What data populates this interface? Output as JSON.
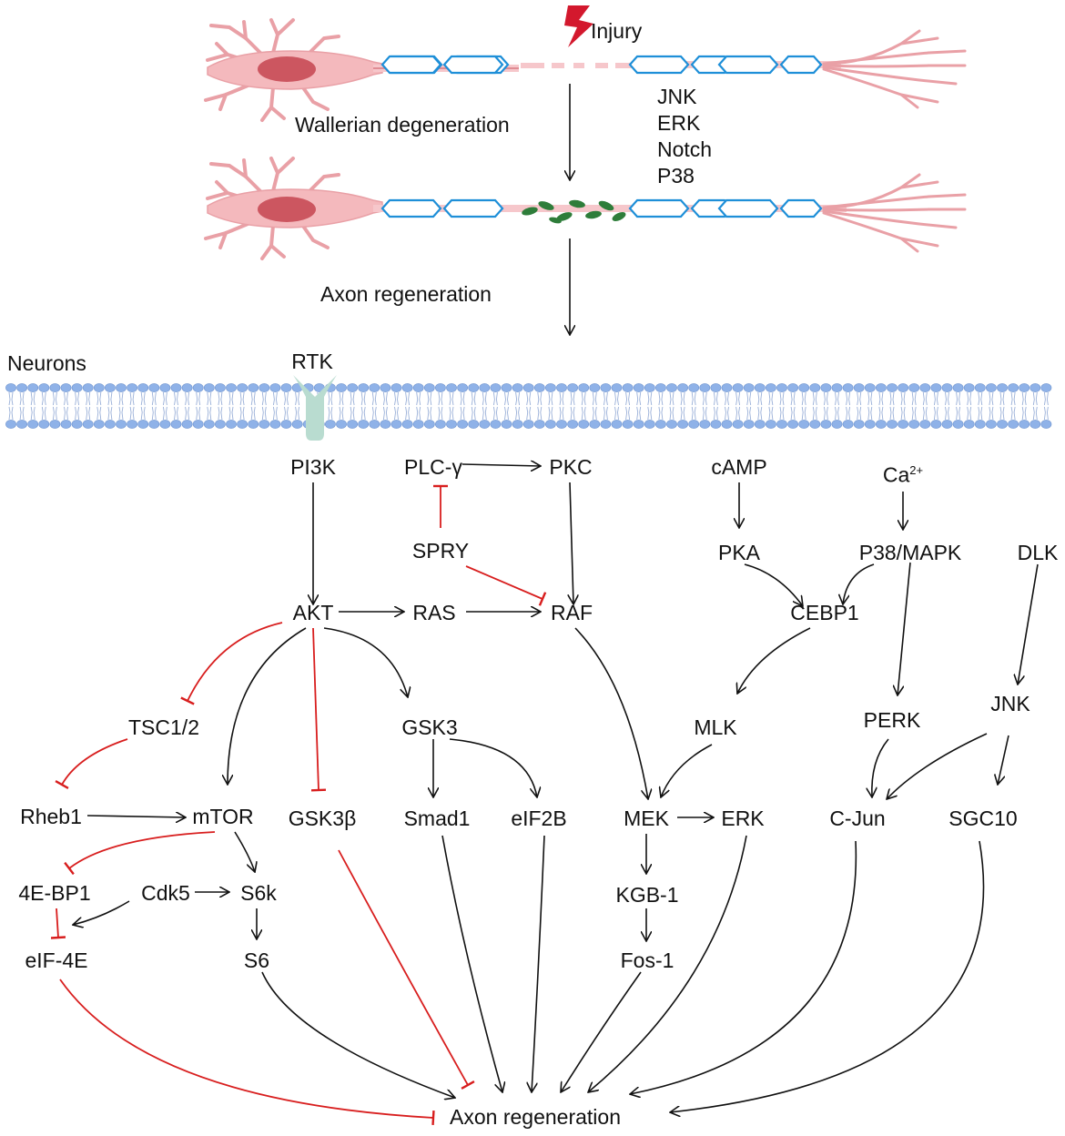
{
  "header": {
    "injury_label": "Injury",
    "wallerian_label": "Wallerian degeneration",
    "signals": [
      "JNK",
      "ERK",
      "Notch",
      "P38"
    ],
    "axon_regeneration_top": "Axon regeneration"
  },
  "membrane": {
    "neurons_label": "Neurons",
    "rtk_label": "RTK"
  },
  "nodes": {
    "pi3k": "PI3K",
    "plc": "PLC-γ",
    "pkc": "PKC",
    "spry": "SPRY",
    "camp": "cAMP",
    "ca_base": "Ca",
    "ca_sup": "2+",
    "pka": "PKA",
    "p38mapk": "P38/MAPK",
    "dlk": "DLK",
    "akt": "AKT",
    "ras": "RAS",
    "raf": "RAF",
    "cebp1": "CEBP1",
    "tsc": "TSC1/2",
    "gsk3": "GSK3",
    "mlk": "MLK",
    "perk": "PERK",
    "jnk": "JNK",
    "rheb1": "Rheb1",
    "mtor": "mTOR",
    "gsk3b": "GSK3β",
    "smad1": "Smad1",
    "eif2b": "eIF2B",
    "mek": "MEK",
    "erk": "ERK",
    "cjun": "C-Jun",
    "sgc10": "SGC10",
    "ebp1": "4E-BP1",
    "cdk5": "Cdk5",
    "s6k": "S6k",
    "kgb1": "KGB-1",
    "eif4e": "eIF-4E",
    "s6": "S6",
    "fos1": "Fos-1",
    "axon_regen_bottom": "Axon regeneration"
  },
  "colors": {
    "activation": "#111111",
    "inhibition": "#d81e1e",
    "neuron_body": "#f4b9bd",
    "nucleus": "#cc5660",
    "myelin": "#1e8fd8",
    "membrane_head": "#8fb2e8",
    "rtk": "#b9dcd0",
    "injury": "#d3182d",
    "debris": "#2e7d3a"
  }
}
